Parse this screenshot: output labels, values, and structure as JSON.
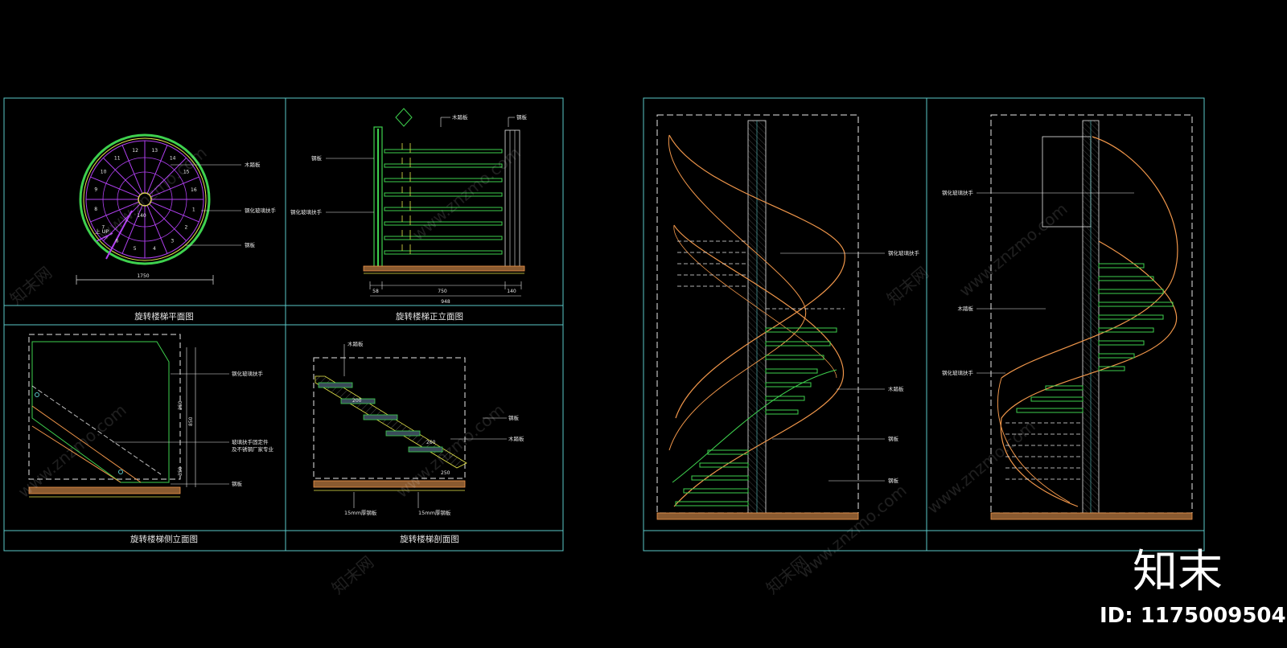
{
  "captions": {
    "plan": "旋转楼梯平面图",
    "front": "旋转楼梯正立面图",
    "side": "旋转楼梯侧立面图",
    "section": "旋转楼梯剖面图"
  },
  "labels": {
    "wood_tread": "木踏板",
    "tempered_glass_handrail": "钢化玻璃扶手",
    "steel_plate": "钢板",
    "glass_fixing_note_1": "玻璃扶手固定件",
    "glass_fixing_note_2": "及不锈钢厂家专业",
    "steel_15": "15mm厚钢板",
    "steel_15b": "15mm厚钢板",
    "up": "上 UP"
  },
  "dims": {
    "plan_width": "1750",
    "plan_small": "140",
    "front_total": "948",
    "front_a": "58",
    "front_b": "750",
    "front_c": "140",
    "side_a": "250",
    "side_b": "850",
    "side_c": "350",
    "sec_a": "200",
    "sec_b": "260",
    "sec_c": "250"
  },
  "colors": {
    "background": "#000000",
    "frame": "#5ac8c8",
    "yellow": "#e8e84a",
    "green": "#3ed14e",
    "magenta": "#b040f0",
    "orange": "#f0964a",
    "white": "#e8e8e8",
    "steel": "#4a6a6a"
  },
  "watermark": {
    "site": "www.znzmo.com",
    "cn": "知末网",
    "brand": "知末",
    "id": "ID: 1175009504"
  }
}
